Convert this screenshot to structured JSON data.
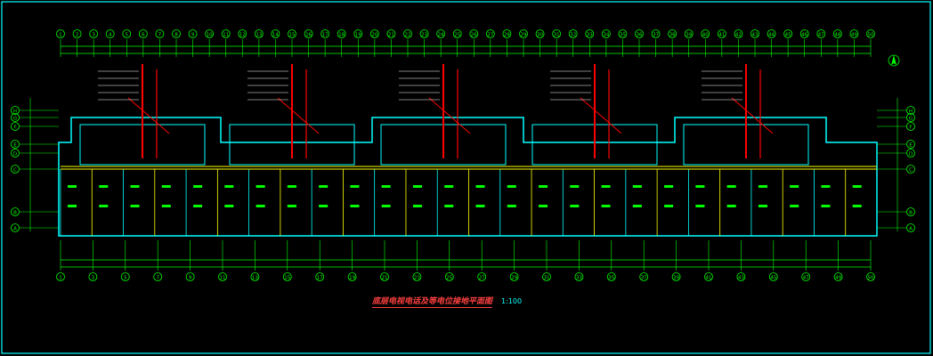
{
  "drawing": {
    "title": "底层电视电话及等电位接地平面图",
    "scale": "1:100"
  },
  "top_grid_labels": [
    "1",
    "2",
    "3",
    "4",
    "5",
    "6",
    "7",
    "8",
    "9",
    "10",
    "11",
    "12",
    "13",
    "14",
    "15",
    "16",
    "17",
    "18",
    "19",
    "20",
    "21",
    "22",
    "23",
    "24",
    "25",
    "26",
    "27",
    "28",
    "29",
    "30",
    "31",
    "32",
    "33",
    "34",
    "35",
    "36",
    "37",
    "38",
    "39",
    "40",
    "41",
    "42",
    "43",
    "44",
    "45",
    "46",
    "47",
    "48",
    "49",
    "50"
  ],
  "bottom_grid_labels": [
    "1",
    "3",
    "5",
    "7",
    "9",
    "11",
    "13",
    "15",
    "17",
    "19",
    "21",
    "23",
    "25",
    "27",
    "29",
    "31",
    "33",
    "35",
    "37",
    "39",
    "41",
    "43",
    "45",
    "47",
    "49",
    "50"
  ],
  "left_axis_labels": [
    "H",
    "G",
    "F",
    "E",
    "D",
    "C",
    "B",
    "A"
  ],
  "right_axis_labels": [
    "H",
    "G",
    "F",
    "E",
    "D",
    "C",
    "B",
    "A"
  ],
  "colors": {
    "background": "#000000",
    "frame": "#00ffff",
    "walls": "#00ffff",
    "dimensions": "#00ff00",
    "yellow_lines": "#ffff00",
    "risers": "#ff0000",
    "title": "#ff4040"
  },
  "icons": {
    "north_arrow": "north-arrow-icon"
  }
}
